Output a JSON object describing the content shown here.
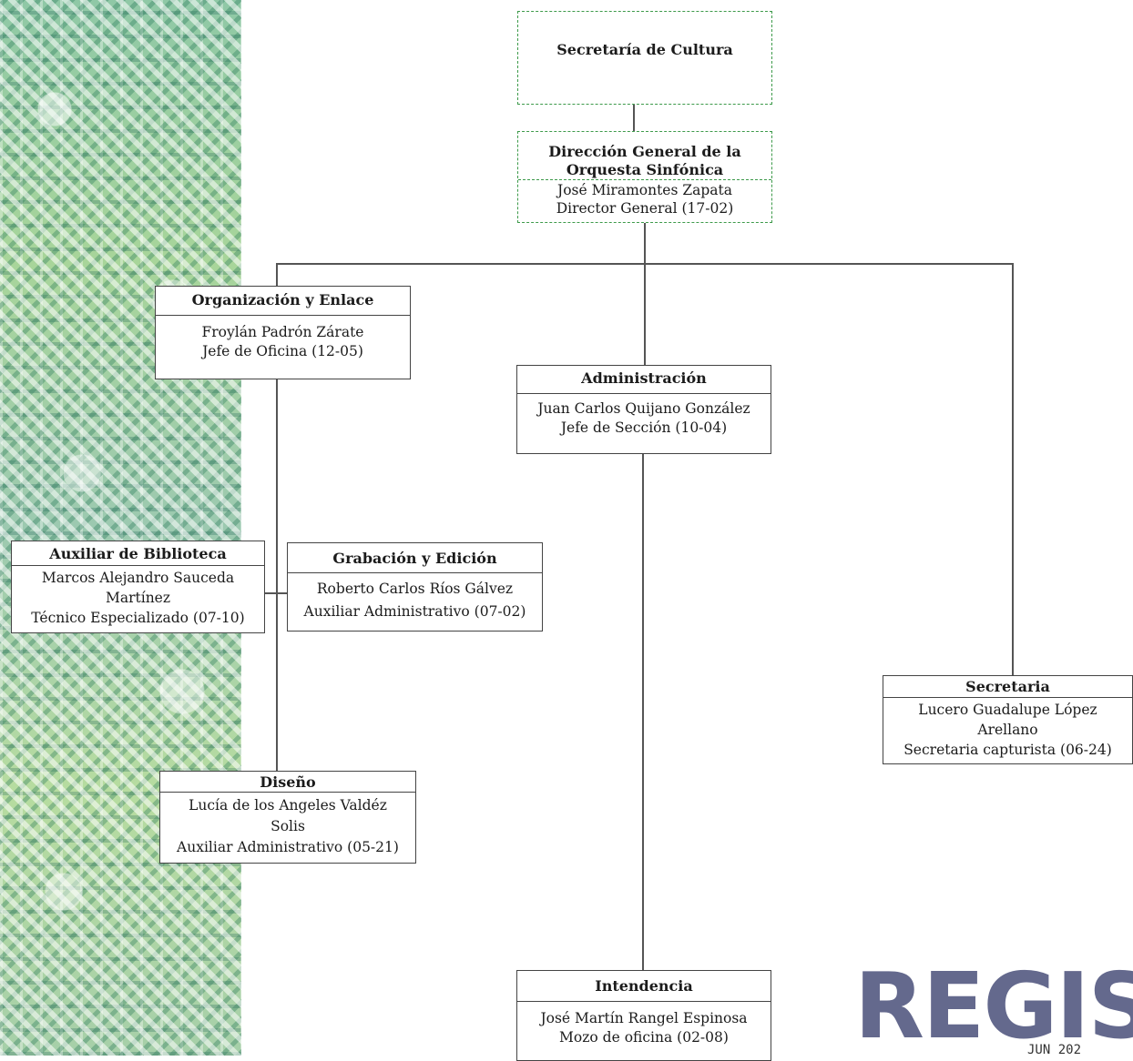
{
  "chart": {
    "root": {
      "title": "Secretaría de Cultura"
    },
    "direccion": {
      "title_line1": "Dirección General de la",
      "title_line2": "Orquesta Sinfónica",
      "name": "José Miramontes Zapata",
      "role": "Director General (17-02)"
    },
    "organizacion": {
      "title": "Organización y Enlace",
      "name": "Froylán Padrón Zárate",
      "role": "Jefe de Oficina (12-05)"
    },
    "administracion": {
      "title": "Administración",
      "name": "Juan Carlos Quijano González",
      "role": "Jefe de Sección (10-04)"
    },
    "biblioteca": {
      "title": "Auxiliar de Biblioteca",
      "name_line1": "Marcos Alejandro Sauceda",
      "name_line2": "Martínez",
      "role": "Técnico Especializado (07-10)"
    },
    "grabacion": {
      "title": "Grabación y Edición",
      "name": "Roberto Carlos Ríos Gálvez",
      "role": "Auxiliar Administrativo (07-02)"
    },
    "diseno": {
      "title": "Diseño",
      "name_line1": "Lucía de los Angeles Valdéz",
      "name_line2": "Solis",
      "role": "Auxiliar Administrativo (05-21)"
    },
    "secretaria": {
      "title": "Secretaria",
      "name_line1": "Lucero Guadalupe López",
      "name_line2": "Arellano",
      "role": "Secretaria capturista (06-24)"
    },
    "intendencia": {
      "title": "Intendencia",
      "name": "José Martín Rangel Espinosa",
      "role": "Mozo de oficina (02-08)"
    }
  },
  "stamp": {
    "text": "REGISTR",
    "date_fragment": "JUN 202"
  },
  "colors": {
    "dashed_border": "#3d9a4a",
    "line": "#555555",
    "pattern": "#a8d59a"
  }
}
